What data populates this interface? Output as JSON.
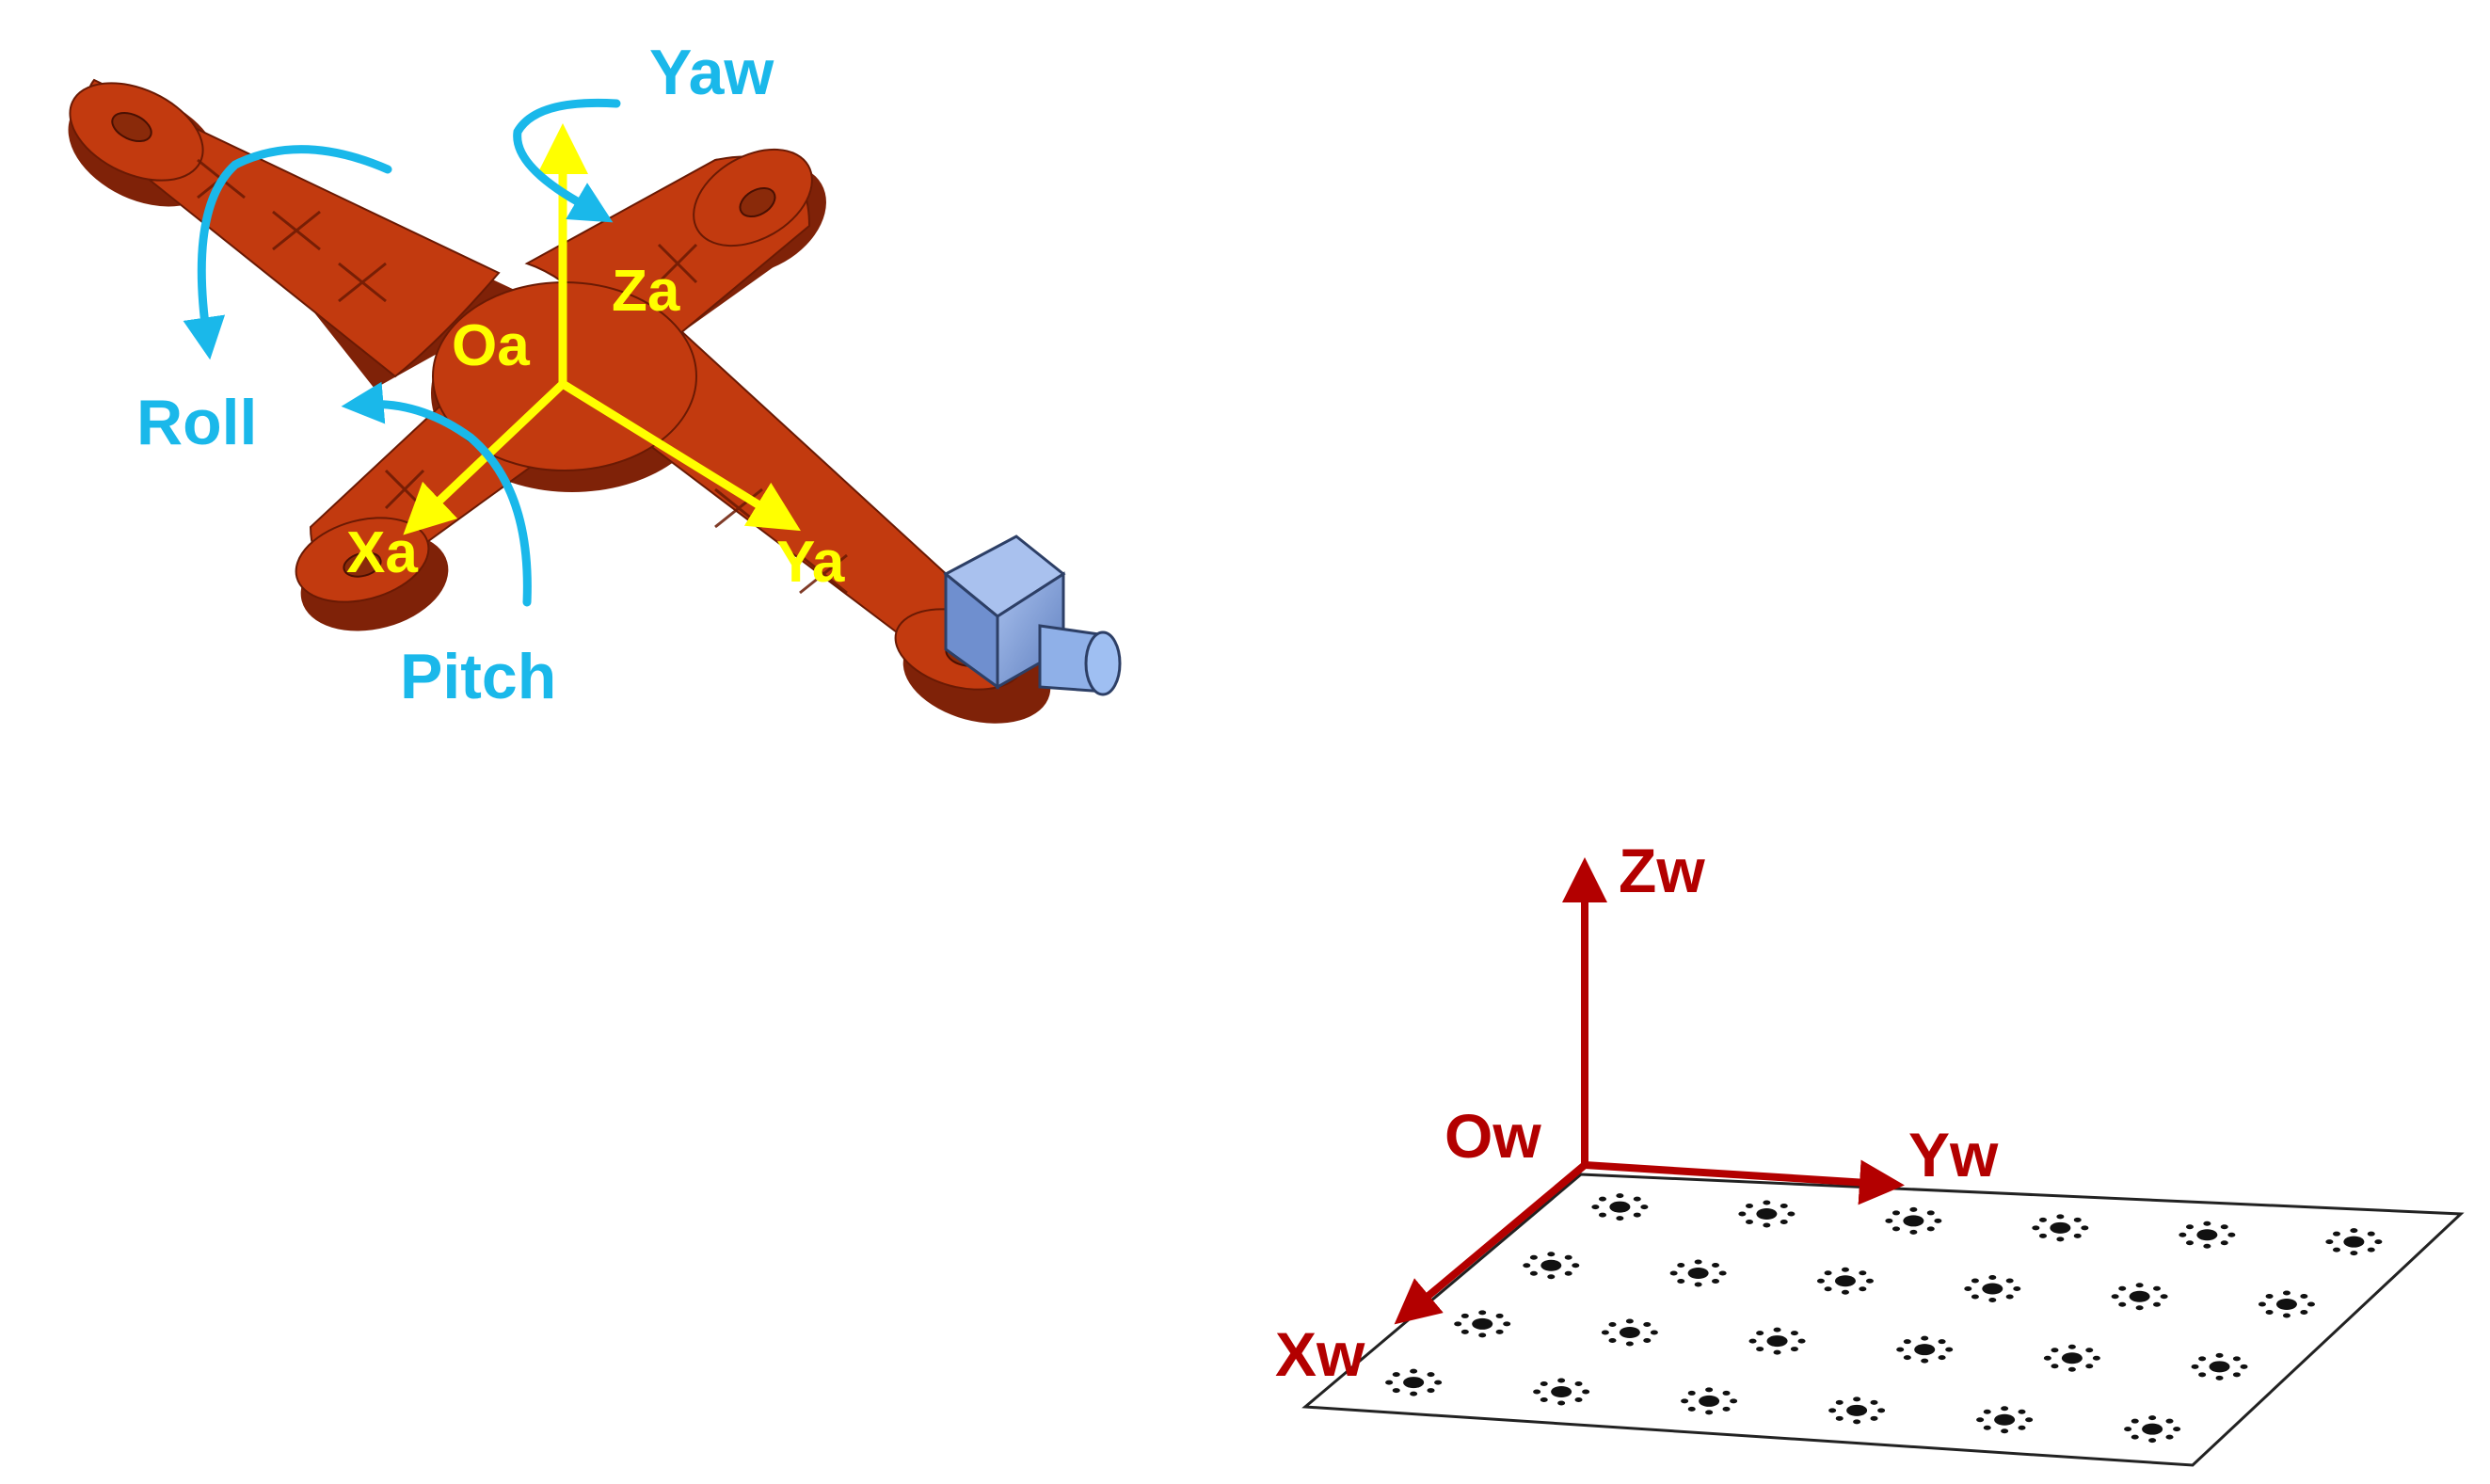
{
  "labels": {
    "yaw": "Yaw",
    "roll": "Roll",
    "pitch": "Pitch",
    "za": "Za",
    "oa": "Oa",
    "xa": "Xa",
    "ya": "Ya",
    "zw": "Zw",
    "ow": "Ow",
    "yw": "Yw",
    "xw": "Xw"
  },
  "colors": {
    "rotation": "#1ab8ea",
    "drone_axes": "#ffff00",
    "drone_axis_labels": "#ffff00",
    "world_axes": "#b30000",
    "drone_body": "#c23a0f",
    "drone_body_dark": "#7f2208",
    "camera": "#7f9fd8",
    "board": "#ffffff",
    "board_edge": "#222222",
    "markers": "#111111"
  },
  "icons": {
    "drone": "quadcopter-frame-icon",
    "camera": "camera-module-icon",
    "board": "calibration-board-icon"
  }
}
